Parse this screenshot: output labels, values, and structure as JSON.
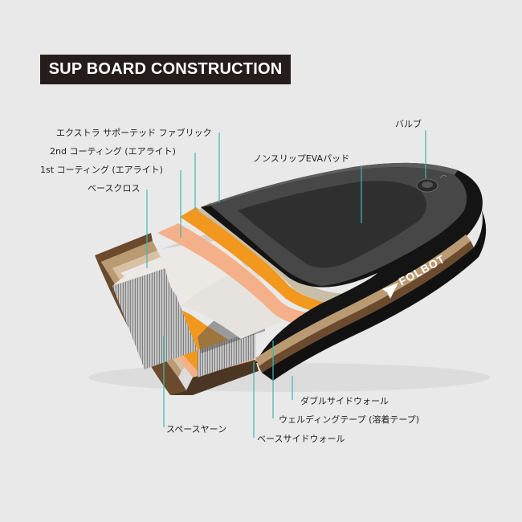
{
  "title": "SUP BOARD CONSTRUCTION",
  "brand": "FOLBOT",
  "labels": {
    "extra_fabric": "エクストラ サポーテッド ファブリック",
    "coating_2nd": "2nd コーティング (エアライト)",
    "coating_1st": "1st コーティング (エアライト)",
    "base_cloth": "ベースクロス",
    "valve": "バルブ",
    "eva_pad": "ノンスリップEVAパッド",
    "double_sidewall": "ダブルサイドウォール",
    "welding_tape": "ウェルディングテープ (溶着テープ)",
    "base_sidewall": "ベースサイドウォール",
    "space_yarn": "スペースヤーン"
  },
  "colors": {
    "background": "#e9e9ea",
    "title_bg": "#241d1c",
    "leader_line": "#3cb9b3",
    "board_black": "#141414",
    "eva_pad": "#3a3a3a",
    "orange_coating": "#f2981f",
    "salmon_coating": "#f4b089",
    "base_cloth": "#ece8e3",
    "sidewall_tan": "#b99a72",
    "sidewall_brown": "#6c4a2e"
  }
}
